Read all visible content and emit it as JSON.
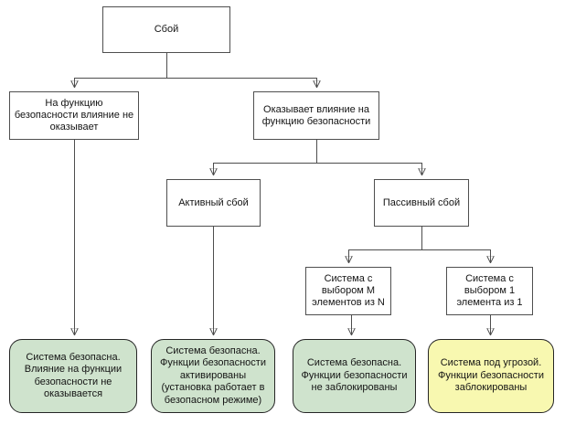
{
  "diagram": {
    "type": "flowchart",
    "language": "ru",
    "nodes": {
      "root": {
        "label": "Сбой"
      },
      "no_effect": {
        "label": "На функцию безопасности влияние не оказывает"
      },
      "affects": {
        "label": "Оказывает влияние на функцию безопасности"
      },
      "active": {
        "label": "Активный сбой"
      },
      "passive": {
        "label": "Пассивный сбой"
      },
      "m_of_n": {
        "label": "Система с выбором M элементов из N"
      },
      "one_of_one": {
        "label": "Система с выбором 1 элемента из 1"
      },
      "outcome_no_effect": {
        "label": "Система безопасна. Влияние на функции безопасности не оказывается",
        "status": "safe"
      },
      "outcome_active": {
        "label": "Система безопасна. Функции безопасности активированы (установка работает в безопасном режиме)",
        "status": "safe"
      },
      "outcome_m_of_n": {
        "label": "Система безопасна. Функции безопасности не заблокированы",
        "status": "safe"
      },
      "outcome_one_of_one": {
        "label": "Система под угрозой. Функции безопасности заблокированы",
        "status": "threat"
      }
    },
    "edges": [
      {
        "from": "root",
        "to": "no_effect"
      },
      {
        "from": "root",
        "to": "affects"
      },
      {
        "from": "affects",
        "to": "active"
      },
      {
        "from": "affects",
        "to": "passive"
      },
      {
        "from": "passive",
        "to": "m_of_n"
      },
      {
        "from": "passive",
        "to": "one_of_one"
      },
      {
        "from": "no_effect",
        "to": "outcome_no_effect"
      },
      {
        "from": "active",
        "to": "outcome_active"
      },
      {
        "from": "m_of_n",
        "to": "outcome_m_of_n"
      },
      {
        "from": "one_of_one",
        "to": "outcome_one_of_one"
      }
    ],
    "colors": {
      "safe_fill": "#cfe3cd",
      "threat_fill": "#f8f8b0",
      "node_fill": "#ffffff",
      "line": "#4d4d4d",
      "arrow": "#1a1a1a",
      "text": "#141414"
    }
  }
}
